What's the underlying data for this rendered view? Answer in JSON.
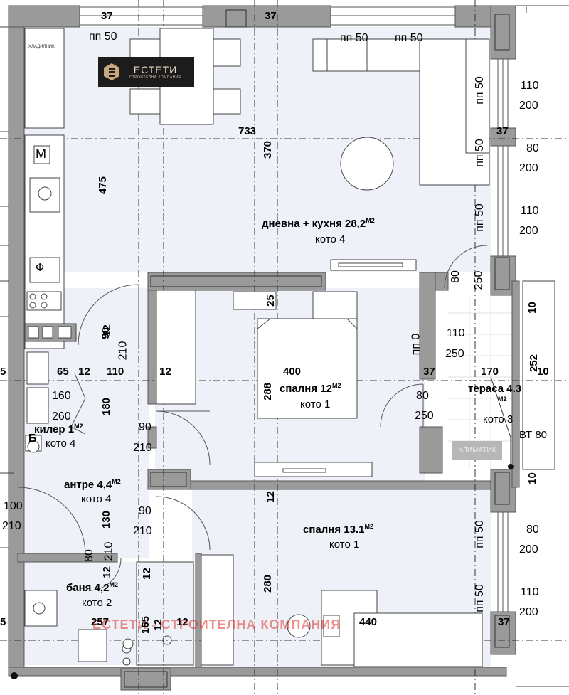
{
  "logo": {
    "name": "ЕСТЕТИ",
    "tagline": "СТРОИТЕЛНА КОМПАНИЯ"
  },
  "watermark": "ЕСТЕТИ - СТРОИТЕЛНА КОМПАНИЯ",
  "rooms": {
    "living": {
      "name": "дневна + кухня 28,2",
      "unit": "М2",
      "note": "кото 4"
    },
    "bedroom1": {
      "name": "спалня 12",
      "unit": "М2",
      "note": "кото 1"
    },
    "terrace": {
      "name": "тераса 4.3",
      "unit": "М2",
      "note": "кото 3"
    },
    "closet": {
      "name": "килер 1",
      "unit": "М2",
      "note": "кото 4"
    },
    "hall": {
      "name": "антре 4,4",
      "unit": "М2",
      "note": "кото 4"
    },
    "bedroom2": {
      "name": "спалня 13.1",
      "unit": "М2",
      "note": "кото 1"
    },
    "bath": {
      "name": "баня 4,2",
      "unit": "М2",
      "note": "кото 2"
    }
  },
  "appliances": {
    "fridge": "ХЛАДИЛНИК",
    "m": "М",
    "f": "Ф",
    "ac": "КЛИМАТИК",
    "vt": "ВТ 80",
    "b": "Б"
  },
  "dims": {
    "d37a": "37",
    "d37b": "37",
    "pp50a": "пп 50",
    "pp50b": "пп 50",
    "pp50c": "пп 50",
    "d733": "733",
    "d370": "370",
    "d475": "475",
    "r110a": "110",
    "r200a": "200",
    "r37c": "37",
    "r80a": "80",
    "r200b": "200",
    "r110b": "110",
    "r200c": "200",
    "pp50d": "пп 50",
    "pp50e": "пп 50",
    "pp50f": "пп 50",
    "d80a": "80",
    "d250a": "250",
    "d10a": "10",
    "d25": "25",
    "pp0": "пп 0",
    "d110c": "110",
    "d250b": "250",
    "d252": "252",
    "d10b": "10",
    "d37d": "37",
    "d170": "170",
    "d400": "400",
    "d288": "288",
    "d80b": "80",
    "d250c": "250",
    "d90a": "90",
    "d12a": "12",
    "d210a": "210",
    "d65": "65",
    "d12b": "12",
    "d110d": "110",
    "d12c": "12",
    "d5a": "5",
    "d160": "160",
    "d260": "260",
    "d180": "180",
    "d90b": "90",
    "d210b": "210",
    "d100": "100",
    "d210c": "210",
    "d130": "130",
    "d90c": "90",
    "d210d": "210",
    "d12d": "12",
    "d80c": "80",
    "d12e": "12",
    "d210e": "210",
    "d12f": "12",
    "d12g": "12",
    "d280": "280",
    "pp50g": "пп 50",
    "r80b": "80",
    "r200d": "200",
    "pp50h": "пп 50",
    "r110e": "110",
    "r200e": "200",
    "r37e": "37",
    "d257": "257",
    "d165": "165",
    "d12h": "12",
    "d440": "440",
    "d5b": "5",
    "d10c": "10"
  }
}
